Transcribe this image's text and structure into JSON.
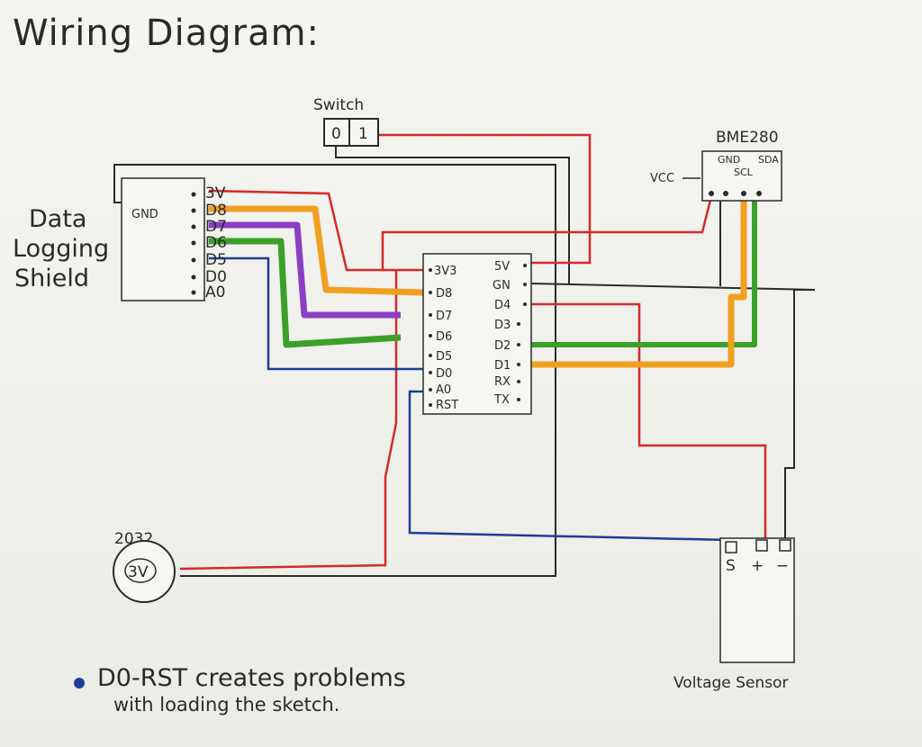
{
  "title": "Wiring Diagram:",
  "switch": {
    "label": "Switch",
    "off": "0",
    "on": "1"
  },
  "bme": {
    "label": "BME280",
    "vcc": "VCC",
    "gnd": "GND",
    "scl": "SCL",
    "sda": "SDA"
  },
  "shield": {
    "label_line1": "Data",
    "label_line2": "Logging",
    "label_line3": "Shield",
    "gnd": "GND",
    "pins": [
      "3V",
      "D8",
      "D7",
      "D6",
      "D5",
      "D0",
      "A0"
    ]
  },
  "mcu": {
    "left_pins": [
      "3V3",
      "D8",
      "D7",
      "D6",
      "D5",
      "D0",
      "A0",
      "RST"
    ],
    "right_pins": [
      "5V",
      "GN",
      "D4",
      "D3",
      "D2",
      "D1",
      "RX",
      "TX"
    ]
  },
  "battery": {
    "label": "2032",
    "voltage": "3V"
  },
  "voltage_sensor": {
    "label": "Voltage Sensor",
    "s": "S",
    "plus": "+",
    "minus": "−"
  },
  "note": {
    "line1": "D0-RST creates problems",
    "line2": "with loading the sketch."
  },
  "colors": {
    "red": "#d42a2a",
    "orange": "#f0a020",
    "purple": "#8a3fc4",
    "green": "#3aa02a",
    "blue": "#1d3d9a",
    "black": "#2a2a2a"
  }
}
